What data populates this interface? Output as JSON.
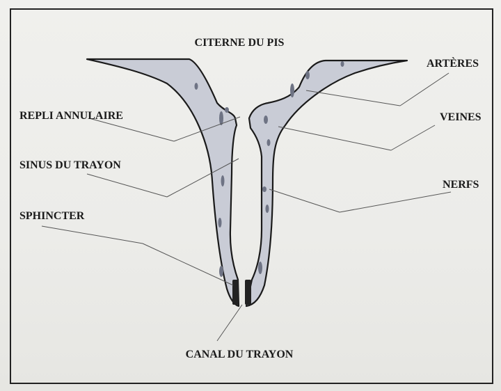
{
  "labels": {
    "citerne": "CITERNE DU PIS",
    "arteres": "ARTÈRES",
    "repli": "REPLI ANNULAIRE",
    "veines": "VEINES",
    "sinus": "SINUS DU TRAYON",
    "nerfs": "NERFS",
    "sphincter": "SPHINCTER",
    "canal": "CANAL DU TRAYON"
  }
}
